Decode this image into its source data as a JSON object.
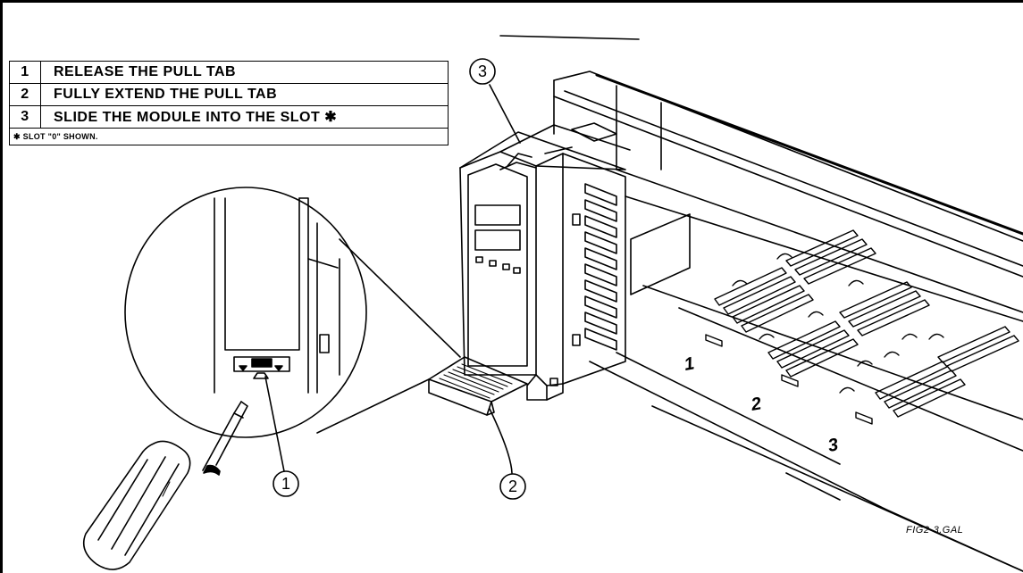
{
  "steps": [
    {
      "number": "1",
      "text": "RELEASE THE PULL TAB"
    },
    {
      "number": "2",
      "text": "FULLY EXTEND THE PULL TAB"
    },
    {
      "number": "3",
      "text": "SLIDE THE MODULE INTO THE SLOT ✱"
    }
  ],
  "footnote": "✱ SLOT \"0\" SHOWN.",
  "callouts": {
    "c1": "1",
    "c2": "2",
    "c3": "3"
  },
  "slot_labels": {
    "s1": "1",
    "s2": "2",
    "s3": "3"
  },
  "figure_id": "FIG2-3.GAL"
}
